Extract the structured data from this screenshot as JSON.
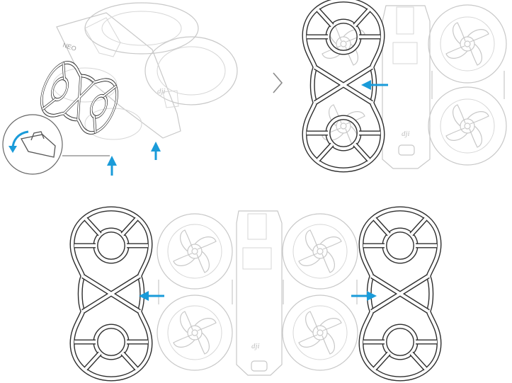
{
  "step1": {
    "model_label": "NEO",
    "brand_mark": "dji"
  },
  "step2": {
    "brand_mark": "dji"
  },
  "step3": {
    "brand_mark": "dji"
  },
  "colors": {
    "arrow": "#1a9bd9",
    "guard_outline": "#2e2e2e",
    "drone_outline": "#c8c8c8"
  },
  "icons": [
    "chevron-right-icon",
    "blue-arrow-up-icon",
    "blue-arrow-left-icon",
    "blue-arrow-right-icon",
    "rotate-arrow-icon"
  ]
}
